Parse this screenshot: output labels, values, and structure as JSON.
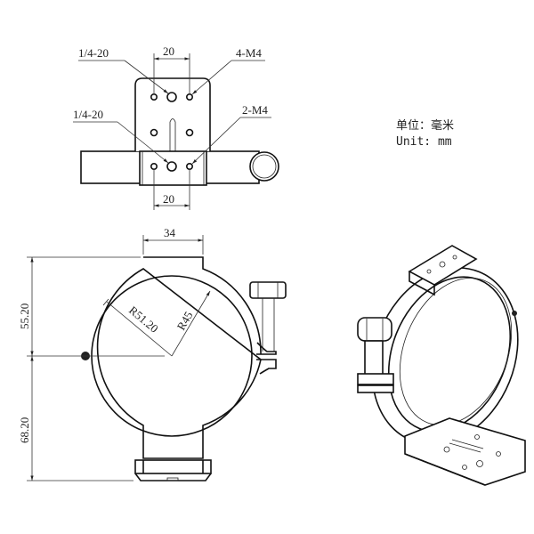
{
  "units": {
    "line_cn": "单位：毫米",
    "line_en": "Unit: mm"
  },
  "top_view": {
    "labels": {
      "top_hole_spacing": "20",
      "bottom_hole_spacing": "20",
      "top_thread_large": "1/4-20",
      "top_thread_small": "4-M4",
      "bottom_thread_large": "1/4-20",
      "bottom_thread_small": "2-M4"
    }
  },
  "front_view": {
    "labels": {
      "top_width": "34",
      "upper_height": "55.20",
      "lower_height": "68.20",
      "outer_radius": "R51.20",
      "inner_radius": "R45"
    }
  },
  "colors": {
    "line": "#111111",
    "background": "#ffffff"
  }
}
